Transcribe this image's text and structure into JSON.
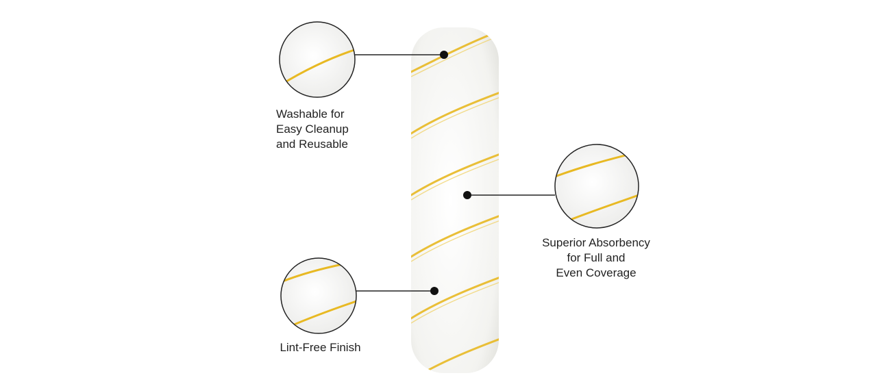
{
  "colors": {
    "background": "#ffffff",
    "fiber_white": "#f7f7f5",
    "stripe_yellow": "#e8b923",
    "callout_line": "#222222",
    "text": "#222222"
  },
  "product": {
    "name_icon": "paint-roller-cover-image"
  },
  "callouts": [
    {
      "id": "washable",
      "lines": [
        "Washable for",
        "Easy Cleanup",
        "and Reusable"
      ]
    },
    {
      "id": "absorbency",
      "lines": [
        "Superior Absorbency",
        "for Full and",
        "Even Coverage"
      ]
    },
    {
      "id": "lint-free",
      "lines": [
        "Lint-Free Finish"
      ]
    }
  ]
}
